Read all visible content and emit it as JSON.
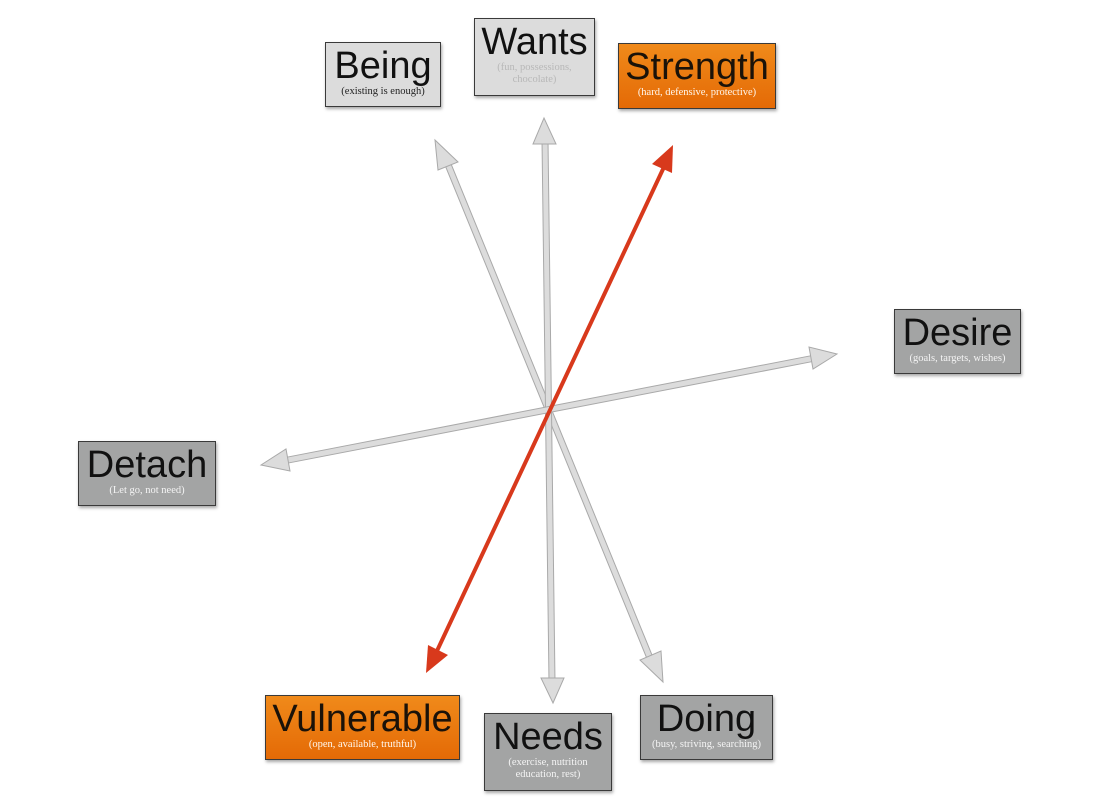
{
  "colors": {
    "axis_grey": "#dcdcdc",
    "axis_grey_edge": "#a9a9a9",
    "axis_red": "#d8391c",
    "box_orange": "#ec7a10",
    "box_grey_light": "#dcdcdc",
    "box_grey_mid": "#a3a4a4"
  },
  "labels": {
    "being": {
      "title": "Being",
      "sub": "(existing is enough)"
    },
    "wants": {
      "title": "Wants",
      "sub": "(fun, possessions,\nchocolate)"
    },
    "strength": {
      "title": "Strength",
      "sub": "(hard, defensive, protective)"
    },
    "desire": {
      "title": "Desire",
      "sub": "(goals, targets, wishes)"
    },
    "detach": {
      "title": "Detach",
      "sub": "(Let go, not need)"
    },
    "vulnerable": {
      "title": "Vulnerable",
      "sub": "(open, available, truthful)"
    },
    "needs": {
      "title": "Needs",
      "sub": "(exercise, nutrition\neducation, rest)"
    },
    "doing": {
      "title": "Doing",
      "sub": "(busy, striving, searching)"
    }
  }
}
